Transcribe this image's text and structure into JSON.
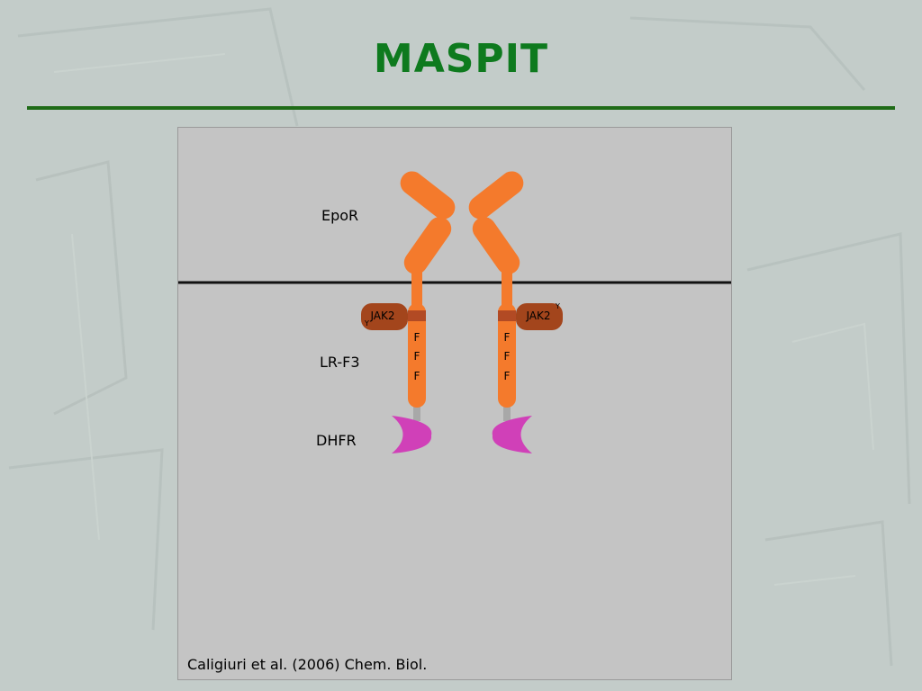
{
  "slide": {
    "title": "MASPIT",
    "title_color": "#0e7a1e",
    "rule_color": "#1f6b17"
  },
  "diagram": {
    "labels": {
      "epor": "EpoR",
      "lrf3": "LR-F3",
      "dhfr": "DHFR"
    },
    "left_chain": {
      "jak2": "JAK2",
      "phospho": "Y",
      "residues": [
        "F",
        "F",
        "F"
      ]
    },
    "right_chain": {
      "jak2": "JAK2",
      "phospho": "Y",
      "residues": [
        "F",
        "F",
        "F"
      ]
    },
    "colors": {
      "receptor": "#f47a2c",
      "jak2": "#a3451c",
      "dhfr": "#d040b8",
      "membrane": "#111111",
      "linker": "#a8a8a8"
    },
    "citation": "Caligiuri et al. (2006) Chem. Biol."
  }
}
